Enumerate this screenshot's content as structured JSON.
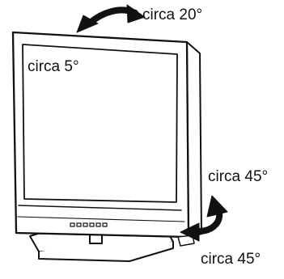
{
  "labels": {
    "top_tilt": "circa 20°",
    "front_tilt": "circa 5°",
    "swivel_upper": "circa 45°",
    "swivel_lower": "circa 45°"
  },
  "colors": {
    "line": "#111111",
    "fill": "#ffffff",
    "arrow_fill": "#111111"
  },
  "icons": {
    "top_arrow": "curved-double-arrow-icon",
    "side_arrow": "curved-double-arrow-icon"
  }
}
